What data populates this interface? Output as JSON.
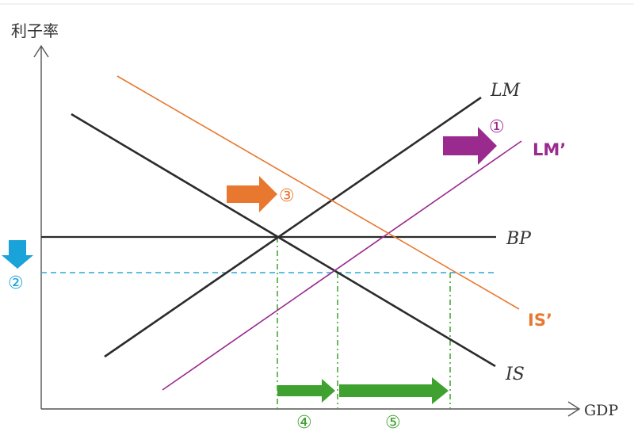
{
  "axes": {
    "y_label": "利子率",
    "x_label": "GDP"
  },
  "curves": {
    "lm": "LM",
    "lm_prime": "LM’",
    "bp": "BP",
    "is": "IS",
    "is_prime": "IS’"
  },
  "steps": {
    "s1": "①",
    "s2": "②",
    "s3": "③",
    "s4": "④",
    "s5": "⑤"
  },
  "colors": {
    "axis": "#555555",
    "black_curve": "#2b2b2b",
    "lm_prime": "#9b2a8f",
    "is_prime": "#e8782f",
    "shift_purple": "#9b2a8f",
    "shift_orange": "#e8782f",
    "shift_blue": "#1aa3d9",
    "shift_green": "#3fa12f",
    "dashed_blue": "#29a9d6",
    "dashed_green": "#3fa12f"
  }
}
